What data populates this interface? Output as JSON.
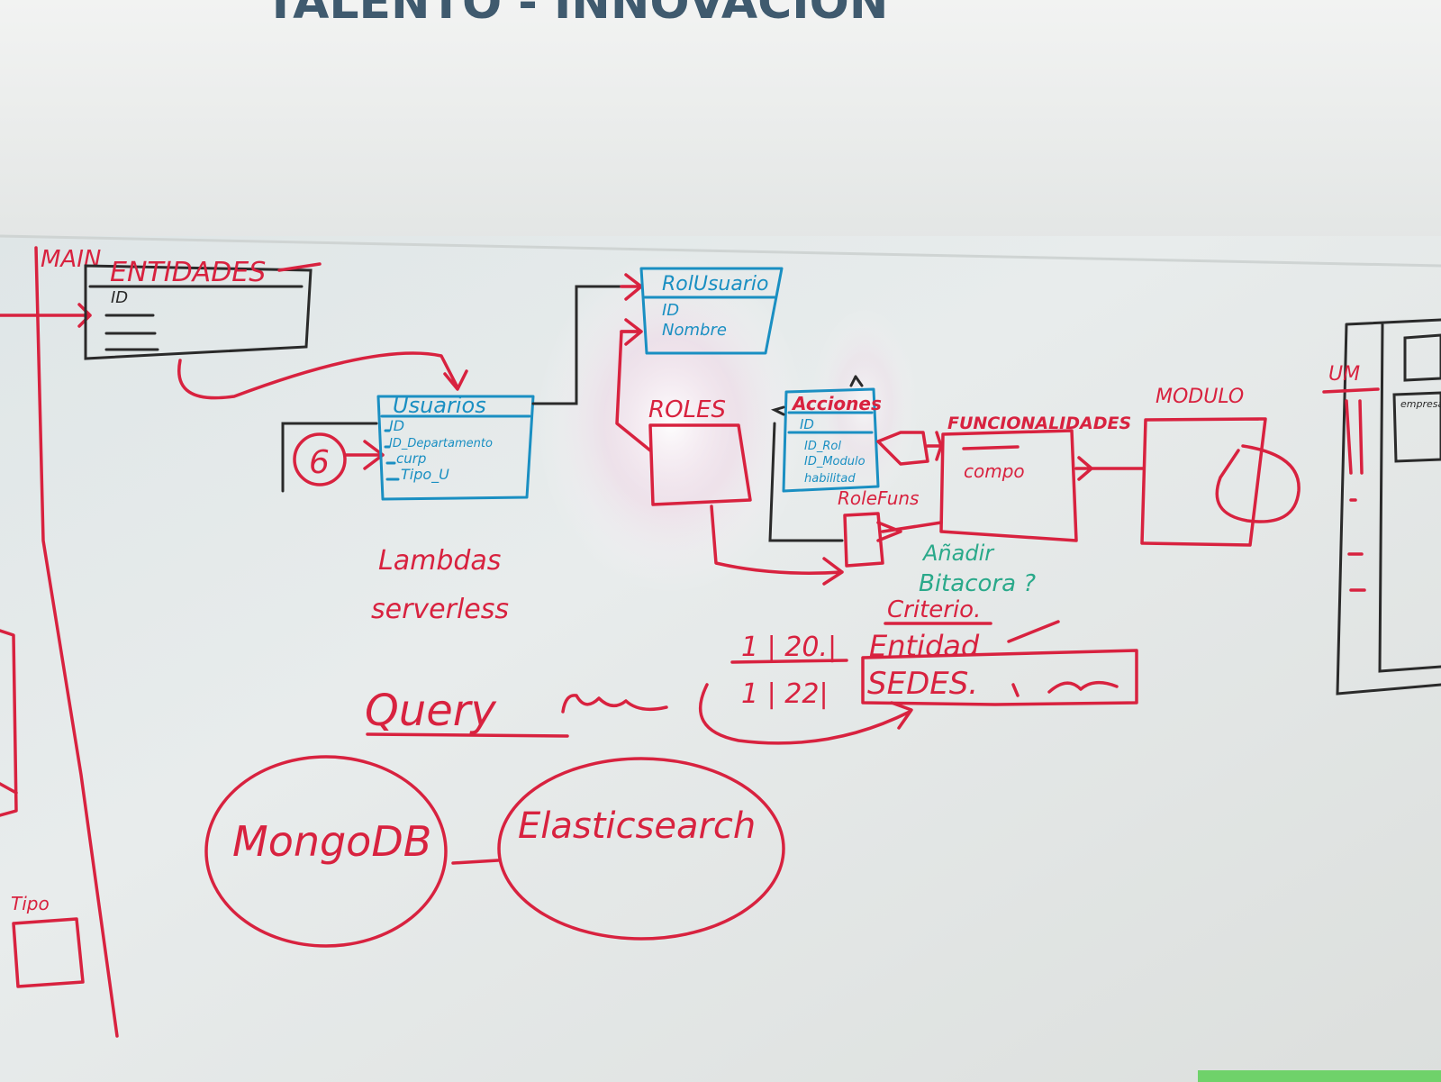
{
  "banner": {
    "text": "TALENTO - INNOVACIÓN"
  },
  "main_label": "MAIN",
  "entidades": {
    "title": "ENTIDADES",
    "fields": [
      "ID"
    ]
  },
  "usuarios": {
    "title": "Usuarios",
    "fields": [
      "ID",
      "ID_Departamento",
      "curp",
      "Tipo_U"
    ]
  },
  "rolusuario": {
    "title": "RolUsuario",
    "fields": [
      "ID",
      "Nombre"
    ]
  },
  "roles": {
    "title": "ROLES"
  },
  "acciones": {
    "title": "Acciones",
    "fields": [
      "ID",
      "ID_Rol",
      "ID_Modulo",
      "habilitad"
    ]
  },
  "rolefuns": {
    "title": "RoleFuns"
  },
  "funcionalidades": {
    "title": "FUNCIONALIDADES",
    "lines": [
      "compo"
    ]
  },
  "modulo": {
    "title": "MODULO"
  },
  "circle_number": "6",
  "notes": {
    "lambdas": "Lambdas",
    "serverless": "serverless",
    "bitacora": [
      "Añadir",
      "Bitacora ?"
    ],
    "criterio": "Criterio.",
    "entidad": "Entidad",
    "sedes": "SEDES.",
    "ratio1": "1 | 20.|",
    "ratio2": "1 | 22|",
    "query": "Query",
    "mongo": "MongoDB",
    "elastic": "Elasticsearch",
    "tipo": "Tipo",
    "um": "UM",
    "empresa": "empresa"
  },
  "colors": {
    "marker_red": "#d8223f",
    "marker_blue": "#1a8fc2",
    "marker_green": "#2aa98a",
    "board": "#e4e8e7"
  }
}
